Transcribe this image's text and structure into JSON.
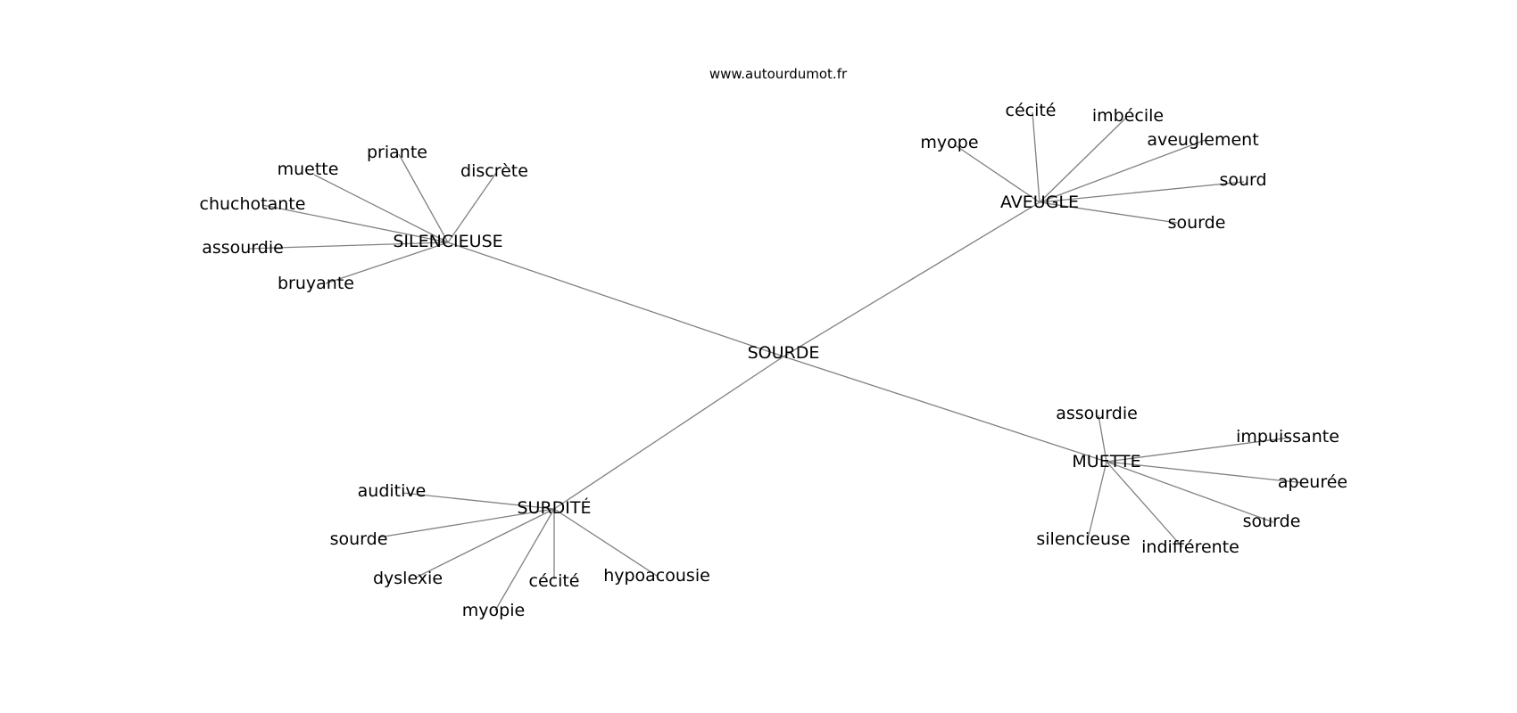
{
  "source": "www.autourdumot.fr",
  "center": "SOURDE",
  "colors": {
    "edge": "#808080",
    "text": "#000000",
    "background": "#ffffff"
  },
  "clusters": [
    {
      "label": "SILENCIEUSE",
      "leaves": [
        "muette",
        "priante",
        "discrète",
        "chuchotante",
        "assourdie",
        "bruyante"
      ]
    },
    {
      "label": "AVEUGLE",
      "leaves": [
        "myope",
        "cécité",
        "imbécile",
        "aveuglement",
        "sourd",
        "sourde"
      ]
    },
    {
      "label": "SURDITÉ",
      "leaves": [
        "auditive",
        "sourde",
        "dyslexie",
        "myopie",
        "cécité",
        "hypoacousie"
      ]
    },
    {
      "label": "MUETTE",
      "leaves": [
        "assourdie",
        "impuissante",
        "apeurée",
        "sourde",
        "indifférente",
        "silencieuse"
      ]
    }
  ]
}
